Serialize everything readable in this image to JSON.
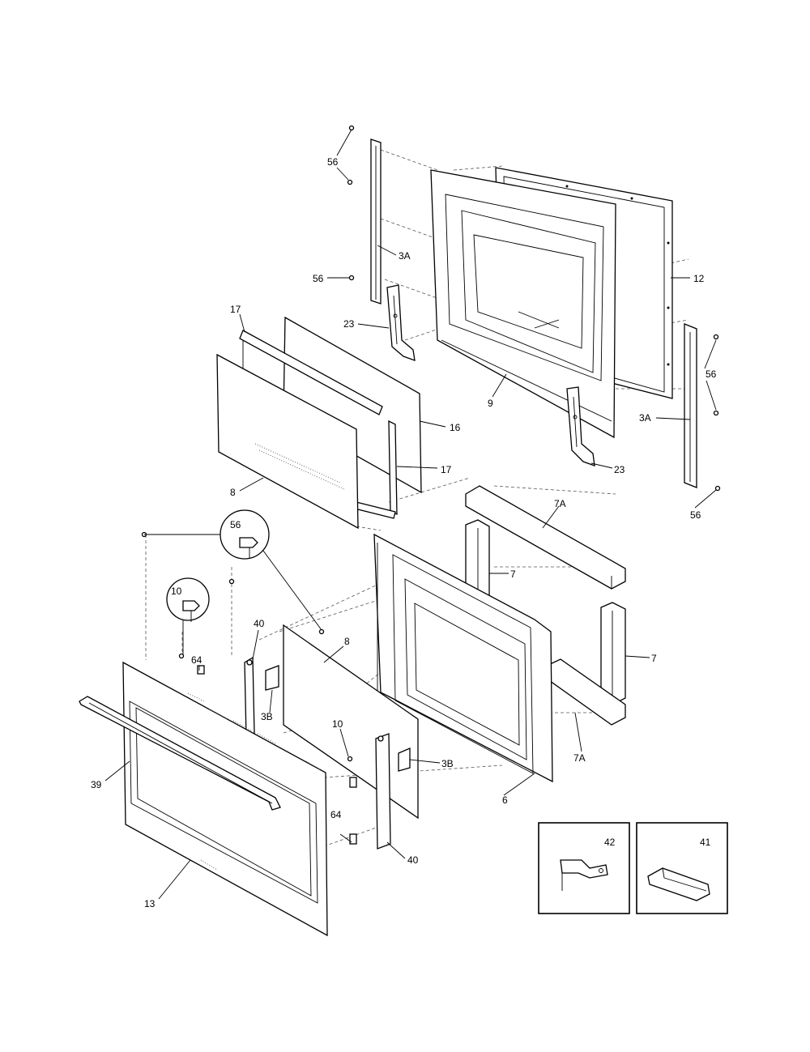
{
  "labels": {
    "screw_56_a": "56",
    "trim_3a_left": "3A",
    "screw_56_b": "56",
    "door_liner_12": "12",
    "hinge_23_top": "23",
    "screw_56_c": "56",
    "door_frame_9": "9",
    "trim_3a_right": "3A",
    "hinge_23_bottom": "23",
    "screw_56_d": "56",
    "spacer_17_top": "17",
    "glass_16": "16",
    "spacer_17_bottom": "17",
    "glass_8_top": "8",
    "insulation_7a_top": "7A",
    "insulation_7_left": "7",
    "insulation_7_right": "7",
    "insulation_7a_bottom": "7A",
    "detail_56": "56",
    "detail_10": "10",
    "bracket_40_top": "40",
    "glass_8_mid": "8",
    "clip_64_top": "64",
    "clip_3b_left": "3B",
    "screw_10": "10",
    "clip_3b_right": "3B",
    "inner_door_6": "6",
    "handle_39": "39",
    "clip_64_bottom": "64",
    "bracket_40_bottom": "40",
    "outer_door_13": "13",
    "inset_42": "42",
    "inset_41": "41"
  }
}
